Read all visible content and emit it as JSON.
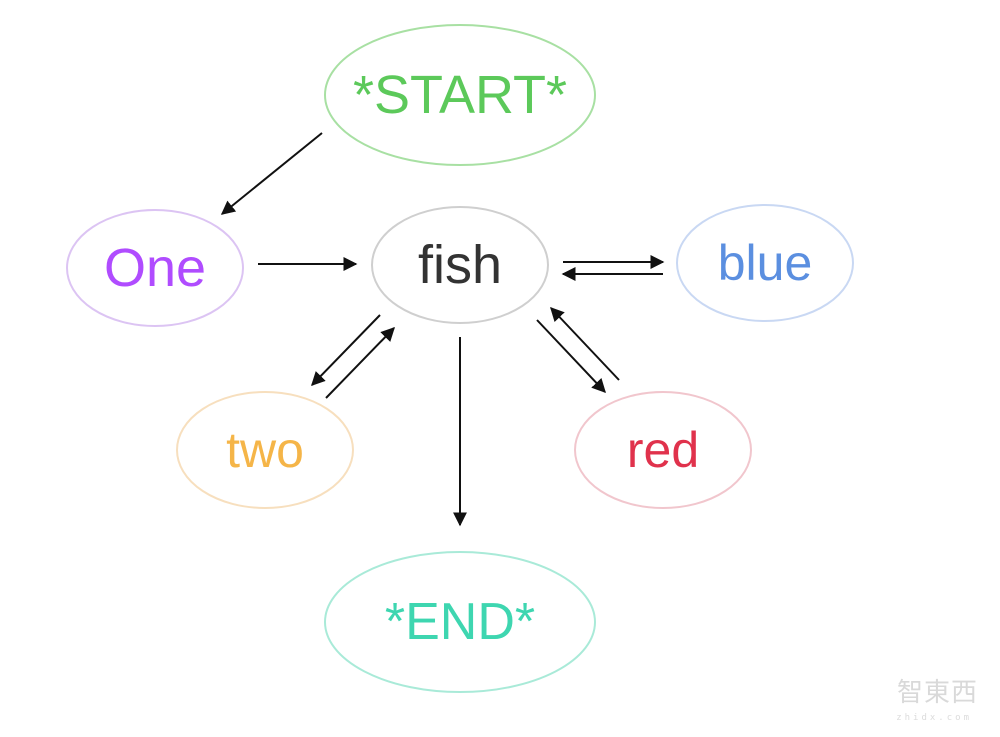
{
  "diagram": {
    "nodes": [
      {
        "id": "start",
        "label": "*START*",
        "color": "#5cc95a",
        "border": "#a8e0a3"
      },
      {
        "id": "one",
        "label": "One",
        "color": "#b04cff",
        "border": "#dcc4f3"
      },
      {
        "id": "fish",
        "label": "fish",
        "color": "#333333",
        "border": "#cfcfcf"
      },
      {
        "id": "blue",
        "label": "blue",
        "color": "#5b8fe0",
        "border": "#c9d8f3"
      },
      {
        "id": "two",
        "label": "two",
        "color": "#f5b548",
        "border": "#f7dfbe"
      },
      {
        "id": "red",
        "label": "red",
        "color": "#e0324c",
        "border": "#f1c6cd"
      },
      {
        "id": "end",
        "label": "*END*",
        "color": "#3ed6b0",
        "border": "#a9ead8"
      }
    ],
    "edges": [
      {
        "from": "start",
        "to": "one"
      },
      {
        "from": "one",
        "to": "fish"
      },
      {
        "from": "fish",
        "to": "blue"
      },
      {
        "from": "blue",
        "to": "fish"
      },
      {
        "from": "fish",
        "to": "two"
      },
      {
        "from": "two",
        "to": "fish"
      },
      {
        "from": "fish",
        "to": "red"
      },
      {
        "from": "red",
        "to": "fish"
      },
      {
        "from": "fish",
        "to": "end"
      }
    ]
  },
  "watermark": {
    "brand": "智東西",
    "sub": "zhidx.com"
  }
}
